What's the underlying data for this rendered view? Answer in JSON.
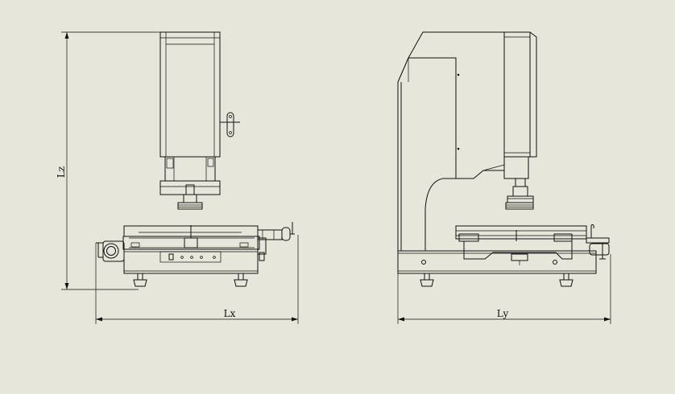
{
  "drawing": {
    "background_color": "#e6e6da",
    "line_color": "#111111",
    "views": [
      {
        "name": "front-view",
        "dimensions": [
          "Lz",
          "Lx"
        ]
      },
      {
        "name": "side-view",
        "dimensions": [
          "Ly"
        ]
      }
    ]
  },
  "labels": {
    "lz": "Lz",
    "lx": "Lx",
    "ly": "Ly"
  }
}
